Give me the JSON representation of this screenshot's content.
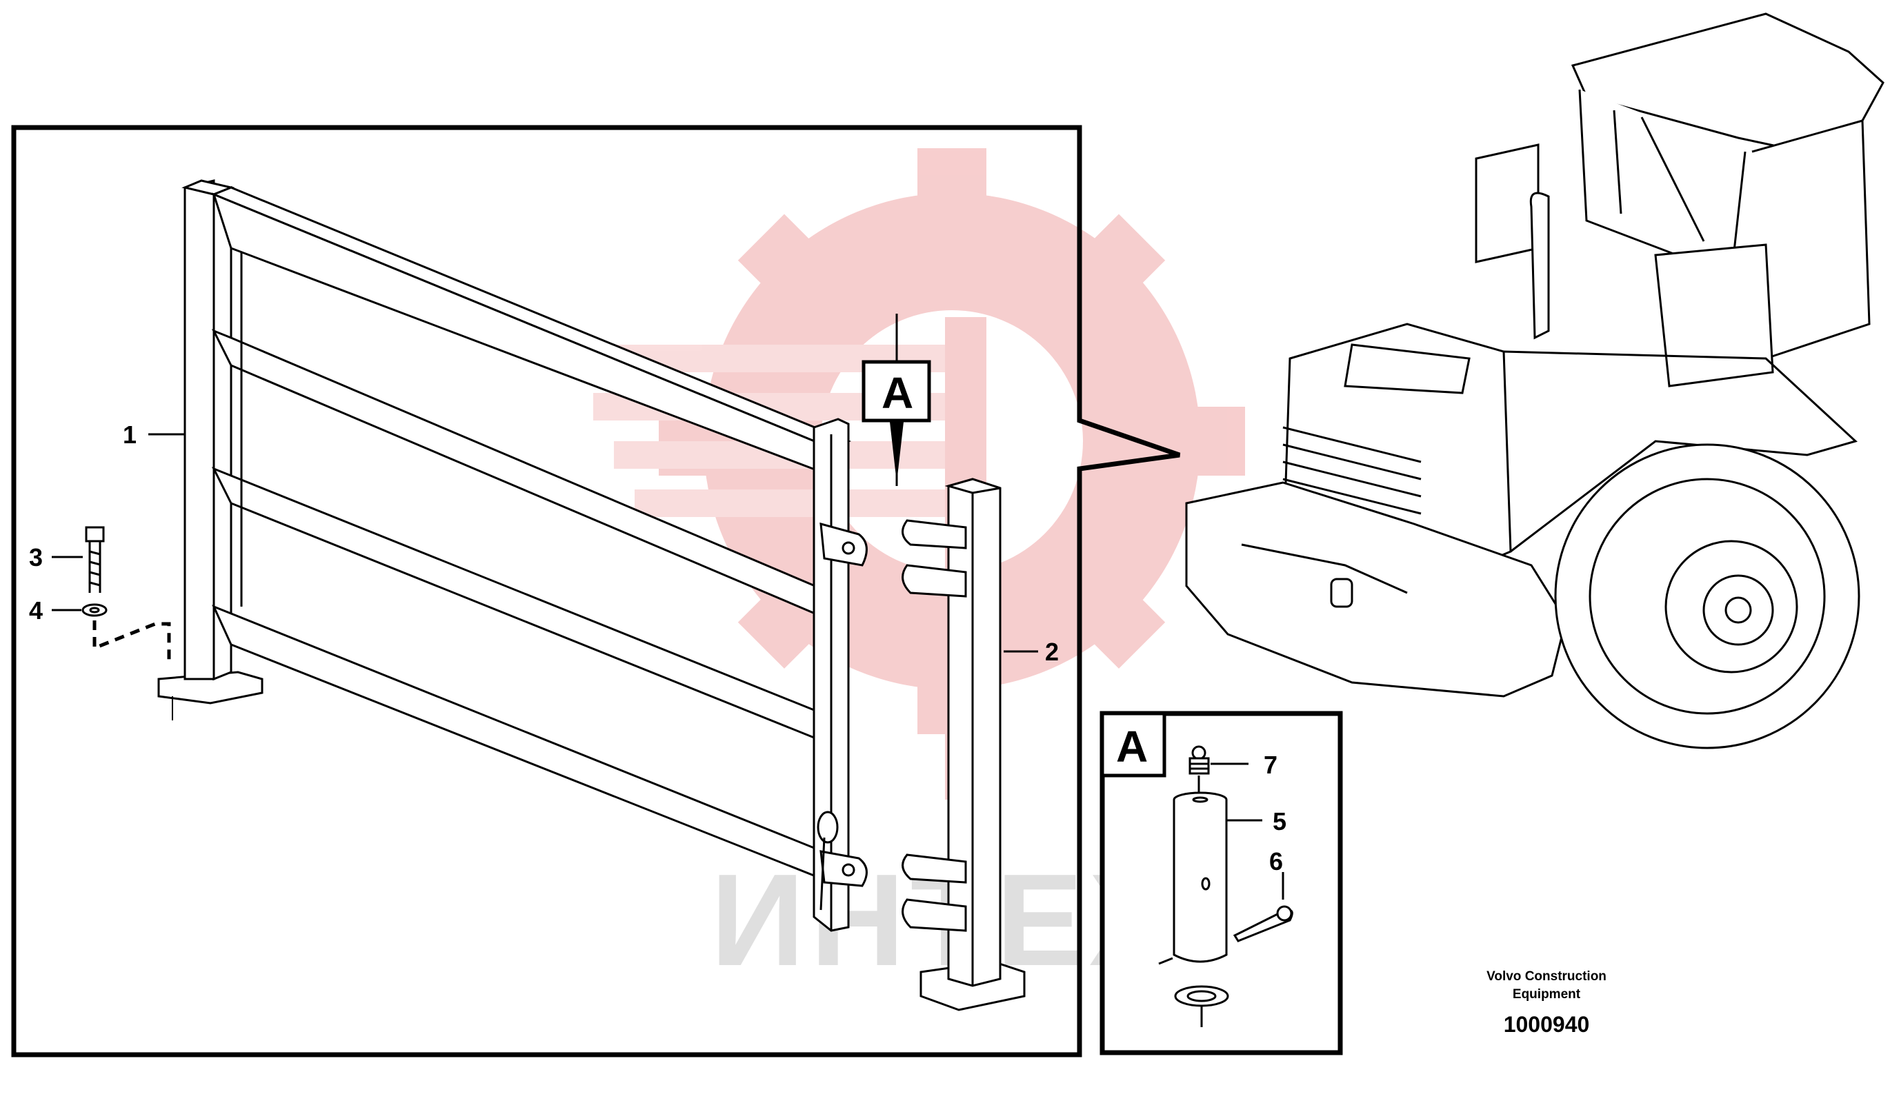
{
  "callouts": {
    "c1": "1",
    "c2": "2",
    "c3": "3",
    "c4": "4",
    "c5": "5",
    "c6": "6",
    "c7": "7"
  },
  "detail_ref": "A",
  "detail_box_label": "A",
  "caption": {
    "line1": "Volvo Construction",
    "line2": "Equipment"
  },
  "part_number": "1000940",
  "watermark": {
    "text": "ИНТЕХ",
    "color": "#f4c2c2"
  }
}
